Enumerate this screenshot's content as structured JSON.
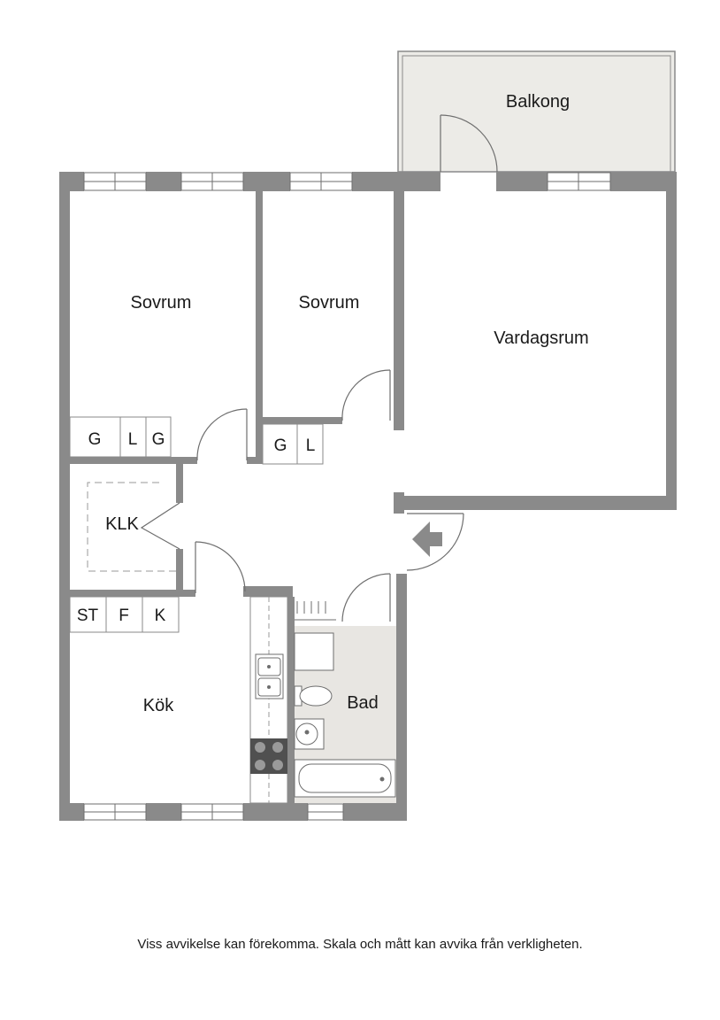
{
  "rooms": {
    "balkong": "Balkong",
    "sovrum1": "Sovrum",
    "sovrum2": "Sovrum",
    "vardagsrum": "Vardagsrum",
    "klk": "KLK",
    "kok": "Kök",
    "bad": "Bad"
  },
  "closets": {
    "bedroom1": [
      "G",
      "L",
      "G"
    ],
    "bedroom2": [
      "G",
      "L"
    ],
    "kitchen": [
      "ST",
      "F",
      "K"
    ]
  },
  "disclaimer": "Viss avvikelse kan förekomma. Skala och mått kan avvika från verkligheten.",
  "colors": {
    "wall": "#8a8a8a",
    "balcony_fill": "#ecebe7",
    "bath_fill": "#e8e6e2",
    "line": "#6e6e6e"
  }
}
